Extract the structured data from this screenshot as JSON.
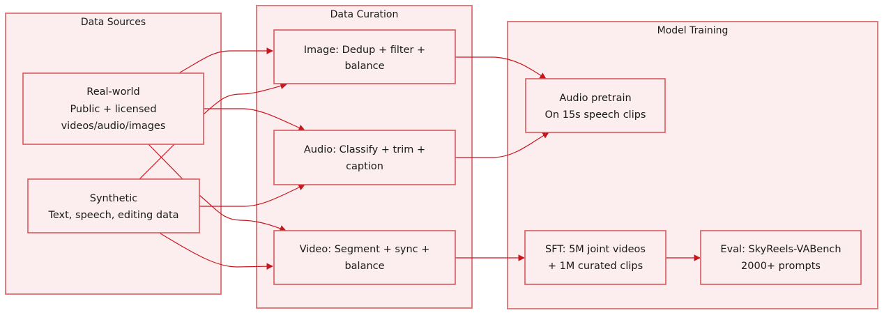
{
  "diagram": {
    "colors": {
      "cluster_fill": "#fcedee",
      "cluster_stroke": "#e07b7e",
      "node_stroke": "#d9595d",
      "edge": "#c8161d",
      "text": "#1a1a1a"
    },
    "clusters": [
      {
        "id": "sources",
        "title": "Data Sources"
      },
      {
        "id": "curation",
        "title": "Data Curation"
      },
      {
        "id": "training",
        "title": "Model Training"
      }
    ],
    "nodes": [
      {
        "id": "realworld",
        "cluster": "sources",
        "lines": [
          "Real-world",
          "Public + licensed",
          "videos/audio/images"
        ]
      },
      {
        "id": "synthetic",
        "cluster": "sources",
        "lines": [
          "Synthetic",
          "Text, speech, editing data"
        ]
      },
      {
        "id": "image",
        "cluster": "curation",
        "lines": [
          "Image: Dedup + filter +",
          "balance"
        ]
      },
      {
        "id": "audio",
        "cluster": "curation",
        "lines": [
          "Audio: Classify + trim +",
          "caption"
        ]
      },
      {
        "id": "video",
        "cluster": "curation",
        "lines": [
          "Video: Segment + sync +",
          "balance"
        ]
      },
      {
        "id": "pretrain",
        "cluster": "training",
        "lines": [
          "Audio pretrain",
          "On 15s speech clips"
        ]
      },
      {
        "id": "sft",
        "cluster": "training",
        "lines": [
          "SFT: 5M joint videos",
          "+ 1M curated clips"
        ]
      },
      {
        "id": "eval",
        "cluster": "training",
        "lines": [
          "Eval: SkyReels-VABench",
          "2000+ prompts"
        ]
      }
    ],
    "edges": [
      {
        "from": "realworld",
        "to": "image"
      },
      {
        "from": "realworld",
        "to": "audio"
      },
      {
        "from": "realworld",
        "to": "video"
      },
      {
        "from": "synthetic",
        "to": "image"
      },
      {
        "from": "synthetic",
        "to": "audio"
      },
      {
        "from": "synthetic",
        "to": "video"
      },
      {
        "from": "image",
        "to": "pretrain"
      },
      {
        "from": "audio",
        "to": "pretrain"
      },
      {
        "from": "video",
        "to": "sft"
      },
      {
        "from": "sft",
        "to": "eval"
      }
    ]
  }
}
